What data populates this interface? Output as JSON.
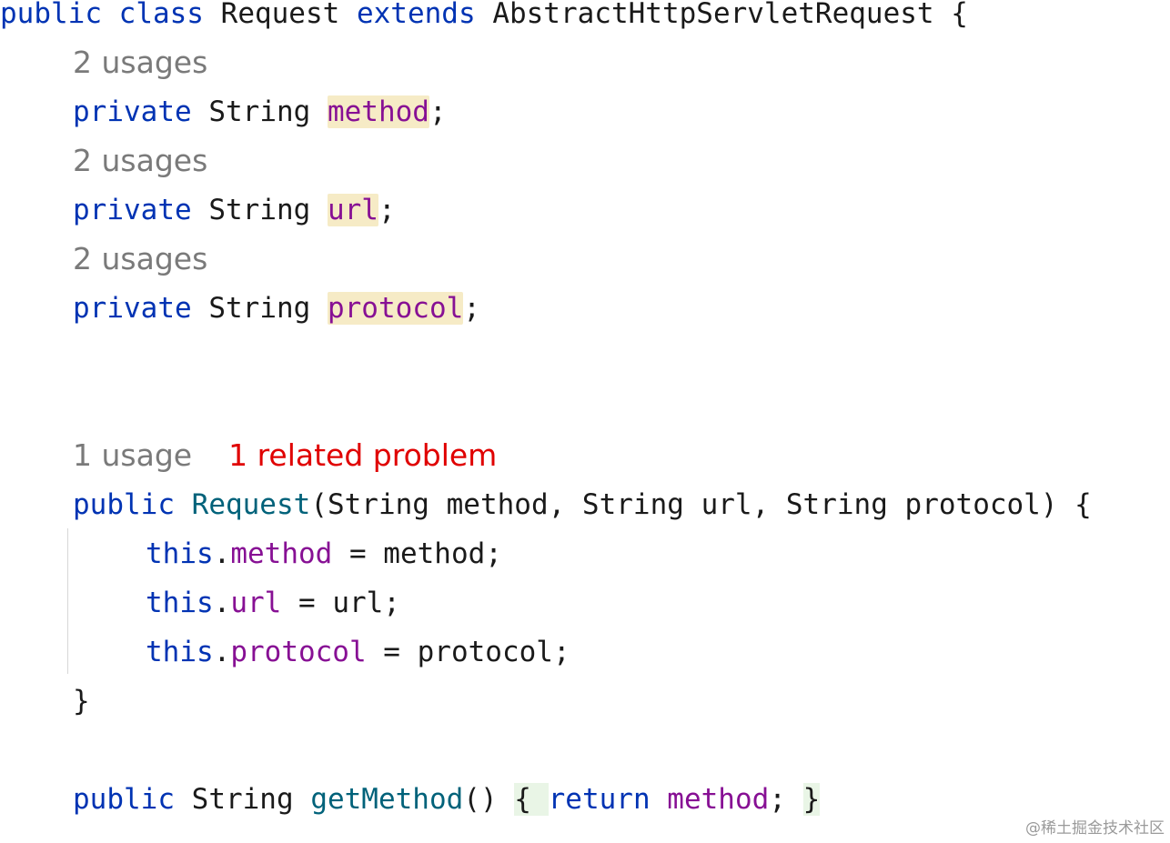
{
  "code": {
    "class_decl": {
      "kw_public": "public",
      "kw_class": "class",
      "name": "Request",
      "kw_extends": "extends",
      "super": "AbstractHttpServletRequest",
      "brace": "{"
    },
    "field_method": {
      "usages": "2 usages",
      "kw": "private",
      "type": "String",
      "name": "method",
      "semi": ";"
    },
    "field_url": {
      "usages": "2 usages",
      "kw": "private",
      "type": "String",
      "name": "url",
      "semi": ";"
    },
    "field_protocol": {
      "usages": "2 usages",
      "kw": "private",
      "type": "String",
      "name": "protocol",
      "semi": ";"
    },
    "constructor": {
      "usages": "1 usage",
      "problem": "1 related problem",
      "kw_public": "public",
      "name": "Request",
      "params": "(String method, String url, String protocol) {",
      "closing": "}"
    },
    "assign_method": {
      "this": "this",
      "dot": ".",
      "field": "method",
      "rhs": " = method;"
    },
    "assign_url": {
      "this": "this",
      "dot": ".",
      "field": "url",
      "rhs": " = url;"
    },
    "assign_protocol": {
      "this": "this",
      "dot": ".",
      "field": "protocol",
      "rhs": " = protocol;"
    },
    "getter": {
      "kw_public": "public",
      "type": "String",
      "name": "getMethod",
      "parens": "()",
      "open": "{",
      "kw_return": "return",
      "field": "method",
      "semi": ";",
      "close": "}"
    }
  },
  "watermark": "@稀土掘金技术社区",
  "colors": {
    "keyword": "#0033b3",
    "field": "#871094",
    "function": "#00627a",
    "hint": "#7a7a7a",
    "problem": "#e00000",
    "field_highlight": "#f6ebc6",
    "brace_highlight": "#e9f5e6"
  }
}
